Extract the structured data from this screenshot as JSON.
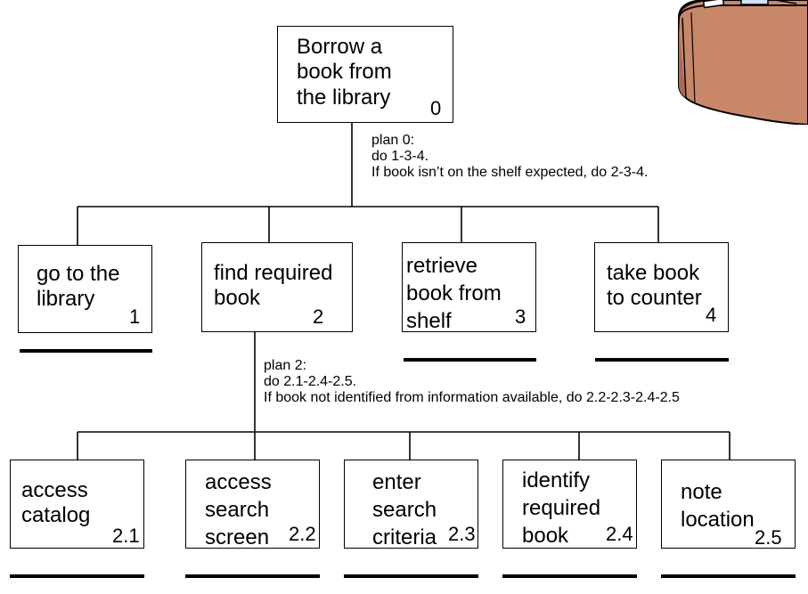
{
  "root": {
    "label": "Borrow a\nbook from\nthe library",
    "num": "0"
  },
  "plan0": [
    "plan 0:",
    "do 1-3-4.",
    "If book isn’t on the shelf expected, do 2-3-4."
  ],
  "tasks": [
    {
      "label": "go to the\nlibrary",
      "num": "1"
    },
    {
      "label": "find required\nbook",
      "num": "2"
    },
    {
      "label": "retrieve\nbook from\nshelf",
      "num": "3"
    },
    {
      "label": "take book\nto counter",
      "num": "4"
    }
  ],
  "plan2": [
    "plan 2:",
    "do 2.1-2.4-2.5.",
    "If book not identified from information available, do 2.2-2.3-2.4-2.5"
  ],
  "subtasks": [
    {
      "label": "access\ncatalog",
      "num": "2.1"
    },
    {
      "label": "access\nsearch\nscreen",
      "num": "2.2"
    },
    {
      "label": "enter\nsearch\ncriteria",
      "num": "2.3"
    },
    {
      "label": "identify\nrequired\nbook",
      "num": "2.4"
    },
    {
      "label": "note\nlocation",
      "num": "2.5"
    }
  ],
  "illustration": "library-counter-icon"
}
